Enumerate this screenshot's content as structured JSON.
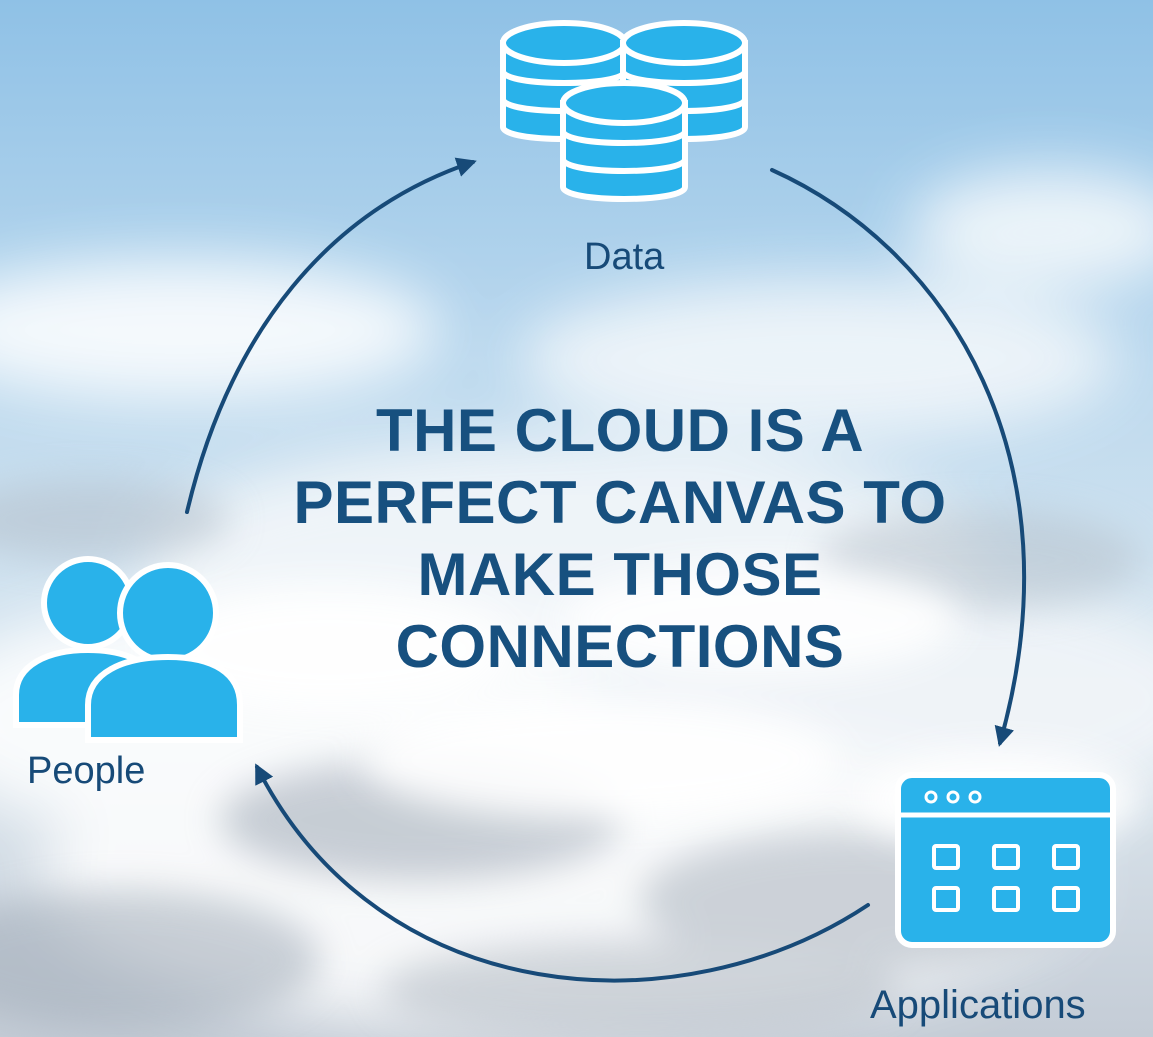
{
  "nodes": {
    "data": {
      "label": "Data",
      "icon": "database-icon"
    },
    "people": {
      "label": "People",
      "icon": "people-icon"
    },
    "applications": {
      "label": "Applications",
      "icon": "app-window-icon"
    }
  },
  "headline": {
    "lines": [
      "THE CLOUD IS A",
      "PERFECT CANVAS TO",
      "MAKE THOSE",
      "CONNECTIONS"
    ]
  },
  "colors": {
    "icon_blue": "#29b2ea",
    "arrow_navy": "#174a78",
    "text_navy": "#17507f"
  }
}
